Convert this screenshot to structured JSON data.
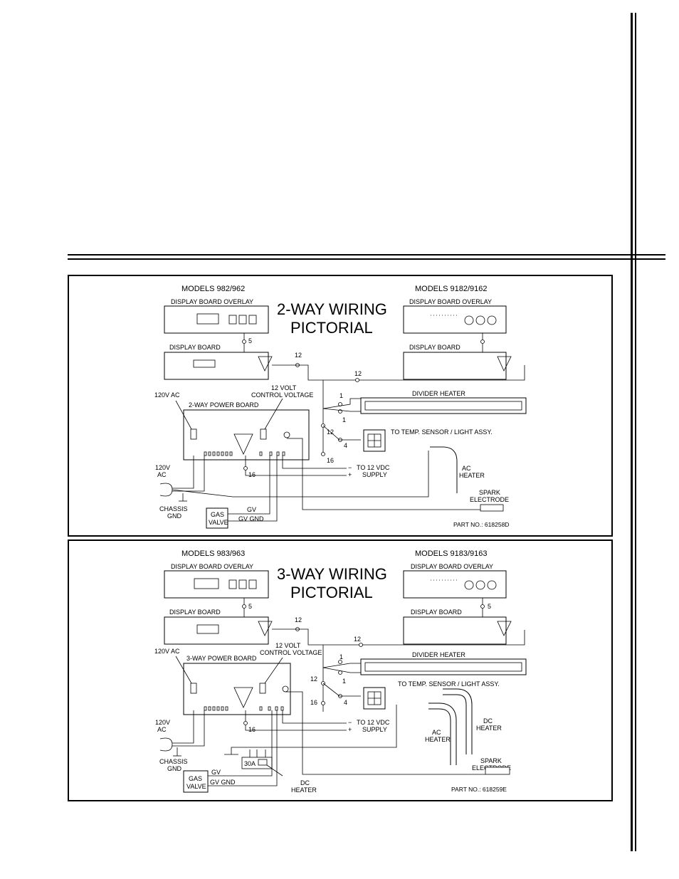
{
  "panels": [
    {
      "title_line1": "2-WAY WIRING",
      "title_line2": "PICTORIAL",
      "models_left": "MODELS 982/962",
      "models_right": "MODELS 9182/9162",
      "overlay_left": "DISPLAY BOARD OVERLAY",
      "overlay_right": "DISPLAY BOARD OVERLAY",
      "board_left": "DISPLAY BOARD",
      "board_right": "DISPLAY BOARD",
      "power_board": "2-WAY POWER BOARD",
      "ac_in": "120V AC",
      "control_voltage_1": "12 VOLT",
      "control_voltage_2": "CONTROL VOLTAGE",
      "divider_heater": "DIVIDER HEATER",
      "temp_sensor": "TO TEMP. SENSOR / LIGHT ASSY.",
      "supply_1": "TO 12 VDC",
      "supply_2": "SUPPLY",
      "ac_heater_1": "AC",
      "ac_heater_2": "HEATER",
      "spark_1": "SPARK",
      "spark_2": "ELECTRODE",
      "plug_1": "120V",
      "plug_2": "AC",
      "chassis_1": "CHASSIS",
      "chassis_2": "GND",
      "gas_valve_1": "GAS",
      "gas_valve_2": "VALVE",
      "gv": "GV",
      "gv_gnd": "GV GND",
      "part_no": "PART NO.: 618258D",
      "wire_5": "5",
      "wire_12a": "12",
      "wire_12b": "12",
      "wire_1a": "1",
      "wire_1b": "1",
      "wire_12c": "12",
      "wire_4": "4",
      "wire_16a": "16",
      "wire_16b": "16",
      "minus": "−",
      "plus": "+"
    },
    {
      "title_line1": "3-WAY WIRING",
      "title_line2": "PICTORIAL",
      "models_left": "MODELS 983/963",
      "models_right": "MODELS 9183/9163",
      "overlay_left": "DISPLAY BOARD OVERLAY",
      "overlay_right": "DISPLAY BOARD OVERLAY",
      "board_left": "DISPLAY BOARD",
      "board_right": "DISPLAY BOARD",
      "power_board": "3-WAY POWER BOARD",
      "ac_in": "120V AC",
      "control_voltage_1": "12 VOLT",
      "control_voltage_2": "CONTROL VOLTAGE",
      "divider_heater": "DIVIDER HEATER",
      "temp_sensor": "TO TEMP. SENSOR / LIGHT ASSY.",
      "supply_1": "TO 12 VDC",
      "supply_2": "SUPPLY",
      "ac_heater_1": "AC",
      "ac_heater_2": "HEATER",
      "dc_heater_1": "DC",
      "dc_heater_2": "HEATER",
      "dc_heater_b1": "DC",
      "dc_heater_b2": "HEATER",
      "spark_1": "SPARK",
      "spark_2": "ELECTRODE",
      "plug_1": "120V",
      "plug_2": "AC",
      "chassis_1": "CHASSIS",
      "chassis_2": "GND",
      "gas_valve_1": "GAS",
      "gas_valve_2": "VALVE",
      "gv": "GV",
      "gv_gnd": "GV GND",
      "fuse": "30A",
      "part_no": "PART NO.: 618259E",
      "wire_5a": "5",
      "wire_5b": "5",
      "wire_12a": "12",
      "wire_12b": "12",
      "wire_1a": "1",
      "wire_1b": "1",
      "wire_12c": "12",
      "wire_4": "4",
      "wire_16a": "16",
      "wire_16b": "16",
      "minus": "−",
      "plus": "+"
    }
  ]
}
